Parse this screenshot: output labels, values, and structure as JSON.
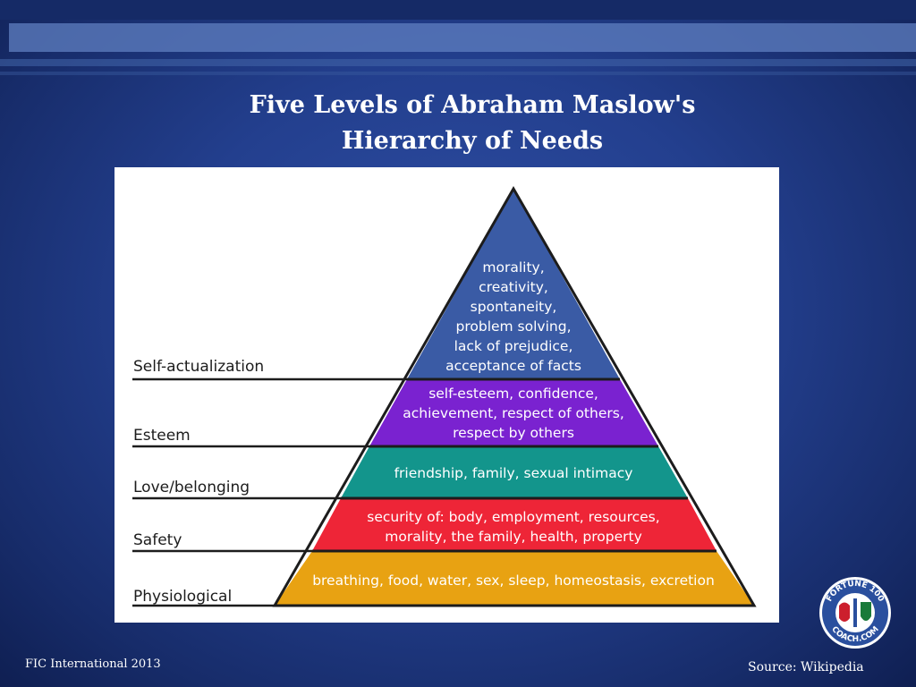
{
  "slide": {
    "title_lines": [
      "Five Levels of Abraham Maslow's",
      "Hierarchy of Needs"
    ],
    "footer_left": "FIC International 2013",
    "footer_right": "Source: Wikipedia"
  },
  "logo": {
    "text_top": "FORTUNE 100",
    "text_bottom": "COACH.COM"
  },
  "diagram": {
    "levels": [
      {
        "name": "Self-actualization",
        "color": "#3a5ba5",
        "lines": [
          "morality,",
          "creativity,",
          "spontaneity,",
          "problem solving,",
          "lack of prejudice,",
          "acceptance of facts"
        ]
      },
      {
        "name": "Esteem",
        "color": "#7a22d0",
        "lines": [
          "self-esteem, confidence,",
          "achievement, respect of others,",
          "respect by others"
        ]
      },
      {
        "name": "Love/belonging",
        "color": "#13958c",
        "lines": [
          "friendship, family, sexual intimacy"
        ]
      },
      {
        "name": "Safety",
        "color": "#ee2537",
        "lines": [
          "security of: body, employment, resources,",
          "morality, the family, health, property"
        ]
      },
      {
        "name": "Physiological",
        "color": "#e8a212",
        "lines": [
          "breathing, food, water, sex, sleep, homeostasis, excretion"
        ]
      }
    ]
  }
}
